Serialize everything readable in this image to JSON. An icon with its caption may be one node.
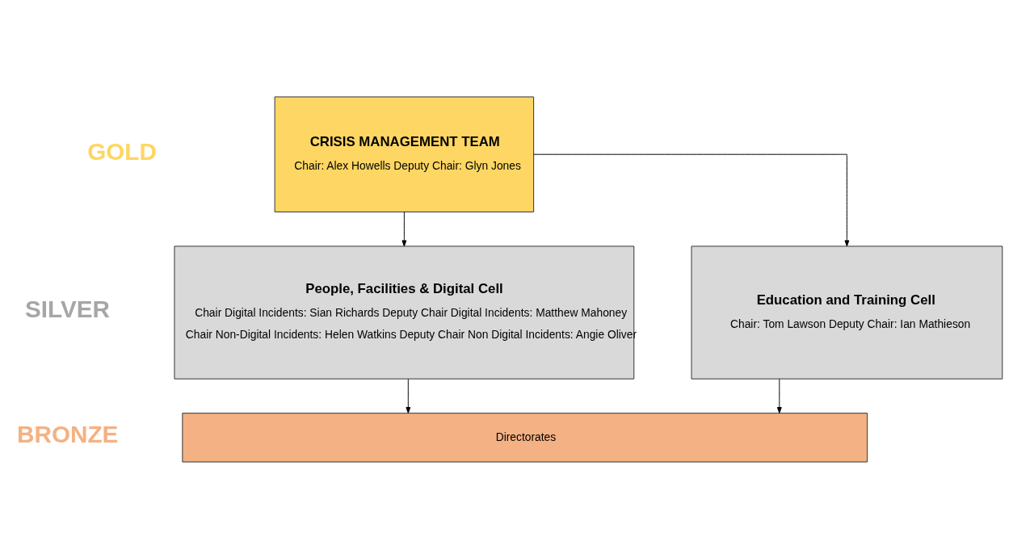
{
  "diagram": {
    "nodes": [
      {
        "text": [
          "CRISIS MANAGEMENT TEAM",
          "Chair: Alex Howells Deputy Chair: Glyn Jones"
        ]
      },
      {
        "text": [
          "People, Facilities & Digital Cell",
          "Chair Digital Incidents: Sian Richards Deputy Chair Digital Incidents: Matthew Mahoney",
          "Chair Non-Digital Incidents: Helen Watkins Deputy Chair Non Digital Incidents: Angie Oliver"
        ]
      },
      {
        "text": [
          "Education and Training Cell",
          "Chair: Tom Lawson Deputy Chair: Ian Mathieson"
        ]
      },
      {
        "text": [
          "Directorates"
        ]
      }
    ],
    "edges": [
      {
        "from": 0,
        "to": 1,
        "arrow": "to"
      },
      {
        "from": 0,
        "to": 2,
        "arrow": "to"
      },
      {
        "from": 1,
        "to": 3,
        "arrow": "to"
      },
      {
        "from": 2,
        "to": 3,
        "arrow": "to"
      }
    ],
    "labels": [
      "GOLD",
      "SILVER",
      "BRONZE"
    ]
  }
}
